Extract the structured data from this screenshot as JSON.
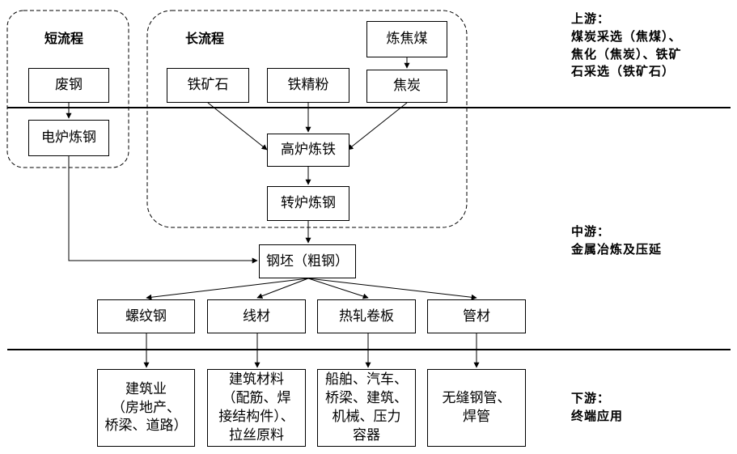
{
  "groups": {
    "short_process": "短流程",
    "long_process": "长流程"
  },
  "stages": {
    "upstream": {
      "title": "上游：",
      "desc": "煤炭采选（焦煤）、焦化（焦炭）、铁矿石采选（铁矿石）"
    },
    "midstream": {
      "title": "中游：",
      "desc": "金属冶炼及压延"
    },
    "downstream": {
      "title": "下游：",
      "desc": "终端应用"
    }
  },
  "nodes": {
    "scrap_steel": "废钢",
    "electric_furnace": "电炉炼钢",
    "iron_ore": "铁矿石",
    "iron_concentrate": "铁精粉",
    "coking_coal": "炼焦煤",
    "coke": "焦炭",
    "blast_furnace": "高炉炼铁",
    "converter": "转炉炼钢",
    "billet": "钢坯（粗钢）",
    "rebar": "螺纹钢",
    "wire_rod": "线材",
    "hot_rolled_coil": "热轧卷板",
    "pipe": "管材",
    "use_rebar": "建筑业\n（房地产、\n桥梁、道路）",
    "use_wire_rod": "建筑材料\n（配筋、焊\n接结构件）、\n拉丝原料",
    "use_hot_rolled": "船舶、汽车、\n桥梁、建筑、\n机械、压力\n容器",
    "use_pipe": "无缝钢管、\n焊管"
  }
}
